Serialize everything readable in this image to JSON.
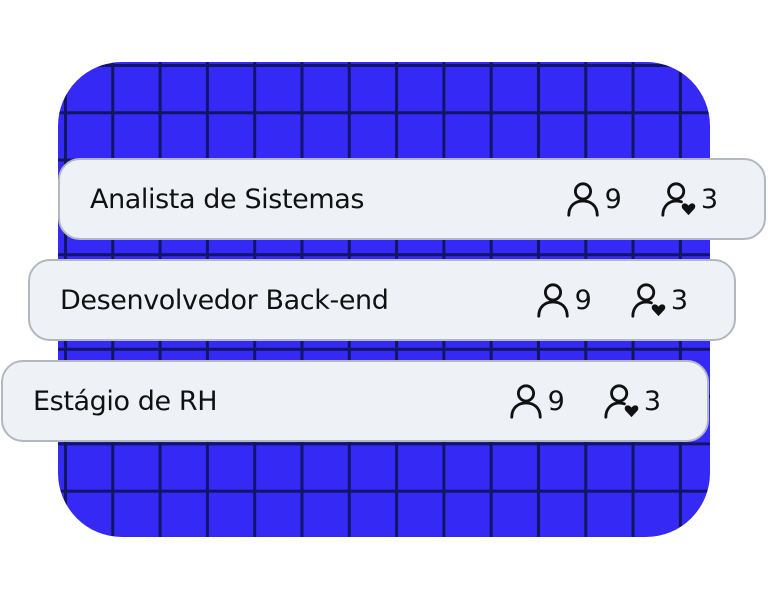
{
  "cards": [
    {
      "title": "Analista de Sistemas",
      "candidates": "9",
      "favorites": "3"
    },
    {
      "title": "Desenvolvedor Back-end",
      "candidates": "9",
      "favorites": "3"
    },
    {
      "title": "Estágio de RH",
      "candidates": "9",
      "favorites": "3"
    }
  ],
  "icons": {
    "candidates": "person-icon",
    "favorites": "person-heart-icon"
  },
  "colors": {
    "panel": "#3529f5",
    "grid_lines": "#111467",
    "card_background": "#eef2f7",
    "card_border": "#b3b8c0",
    "text": "#111111"
  }
}
